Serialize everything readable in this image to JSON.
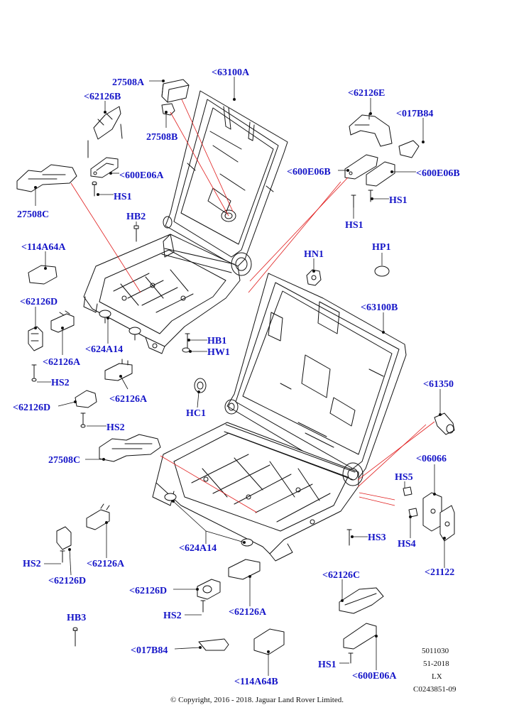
{
  "labels": {
    "l1": "27508A",
    "l2": "<63100A",
    "l3": "<62126B",
    "l4": "27508B",
    "l5": "<600E06A",
    "l6": "HS1",
    "l7": "27508C",
    "l8": "HB2",
    "l9": "<114A64A",
    "l10": "<62126D",
    "l11": "<624A14",
    "l12": "HB1",
    "l13": "HW1",
    "l14": "<62126A",
    "l15": "HS2",
    "l16": "<62126D",
    "l17": "<62126A",
    "l18": "HS2",
    "l19": "<62126E",
    "l20": "<017B84",
    "l21": "<600E06B",
    "l22": "<600E06B",
    "l23": "HS1",
    "l24": "HS1",
    "l25": "HN1",
    "l26": "HP1",
    "l27": "<63100B",
    "l28": "<61350",
    "l29": "HC1",
    "l30": "27508C",
    "l31": "<06066",
    "l32": "HS5",
    "l33": "HS3",
    "l34": "HS4",
    "l35": "<624A14",
    "l36": "<21122",
    "l37": "HS2",
    "l38": "<62126A",
    "l39": "<62126D",
    "l40": "<62126C",
    "l41": "<62126D",
    "l42": "HS2",
    "l43": "<62126A",
    "l44": "HB3",
    "l45": "<017B84",
    "l46": "HS1",
    "l47": "<600E06A",
    "l48": "<114A64B"
  },
  "meta": {
    "code1": "5011030",
    "code2": "51-2018",
    "code3": "LX",
    "code4": "C0243851-09"
  },
  "copyright": "© Copyright, 2016 - 2018. Jaguar Land Rover Limited.",
  "colors": {
    "label": "#1515c8",
    "line": "#111111",
    "callout": "#e01b1b"
  }
}
